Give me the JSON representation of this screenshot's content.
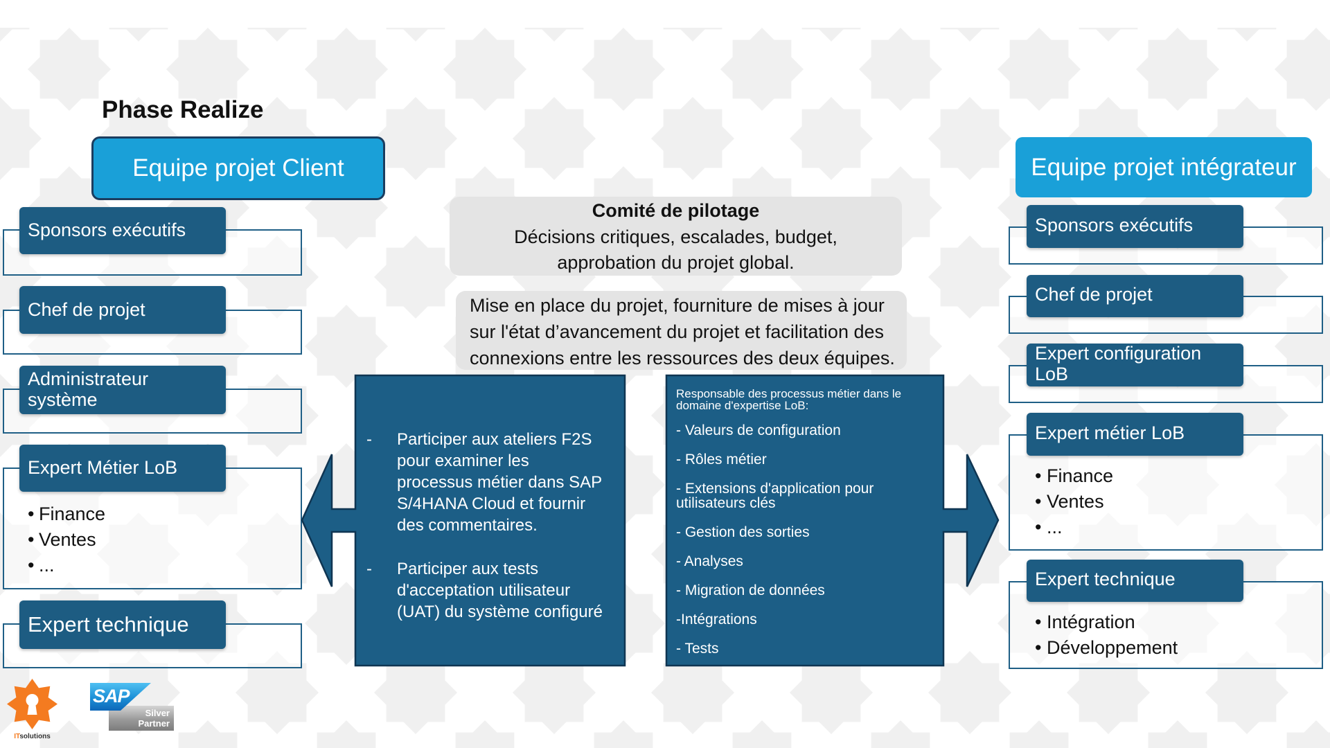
{
  "slide": {
    "title": "Phase Realize"
  },
  "client_team": {
    "header": "Equipe projet Client",
    "roles": [
      {
        "label": "Sponsors exécutifs"
      },
      {
        "label": "Chef de projet"
      },
      {
        "label": "Administrateur système"
      },
      {
        "label": "Expert Métier LoB",
        "bullets": [
          "Finance",
          "Ventes",
          "..."
        ]
      },
      {
        "label": "Expert technique"
      }
    ],
    "responsibilities": {
      "marker": "-",
      "items": [
        "Participer aux ateliers F2S pour examiner les processus métier dans SAP S/4HANA Cloud et fournir des commentaires.",
        "Participer aux tests d'acceptation utilisateur (UAT) du système configuré"
      ]
    }
  },
  "integrator_team": {
    "header": "Equipe projet intégrateur",
    "roles": [
      {
        "label": "Sponsors exécutifs"
      },
      {
        "label": "Chef de projet"
      },
      {
        "label": "Expert configuration LoB"
      },
      {
        "label": "Expert métier LoB",
        "bullets": [
          "Finance",
          "Ventes",
          "..."
        ]
      },
      {
        "label": "Expert technique",
        "bullets": [
          "Intégration",
          "Développement"
        ]
      }
    ]
  },
  "steering_committee": {
    "title": "Comité de pilotage",
    "text": "Décisions critiques, escalades, budget, approbation du projet global."
  },
  "project_management": {
    "text": "Mise en place du projet, fourniture de mises à jour sur l'état d’avancement du projet et facilitation des connexions entre les ressources des deux équipes."
  },
  "lob_responsibilities": {
    "heading": "Responsable des processus métier dans le domaine d'expertise LoB:",
    "items": [
      "- Valeurs de configuration",
      "- Rôles métier",
      "- Extensions d'application pour utilisateurs clés",
      "- Gestion des sorties",
      "- Analyses",
      "- Migration de données",
      "-Intégrations",
      "- Tests"
    ]
  },
  "logos": {
    "itsolutions": {
      "icon": "keyhole-gear-icon",
      "text_it": "IT",
      "text_rest": "solutions"
    },
    "sap_partner": {
      "brand": "SAP",
      "tier_line1": "Silver",
      "tier_line2": "Partner"
    }
  },
  "colors": {
    "header_blue": "#1aa0d8",
    "header_border": "#1b3d5f",
    "role_box": "#1d5c82",
    "outline": "#1f5f86",
    "panel_fill": "#1c5e86",
    "panel_border": "#0f3552",
    "grey_box": "#e4e4e4",
    "text_dark": "#111111",
    "logo_orange": "#f47b20",
    "sap_blue": "#1c8fd6"
  }
}
